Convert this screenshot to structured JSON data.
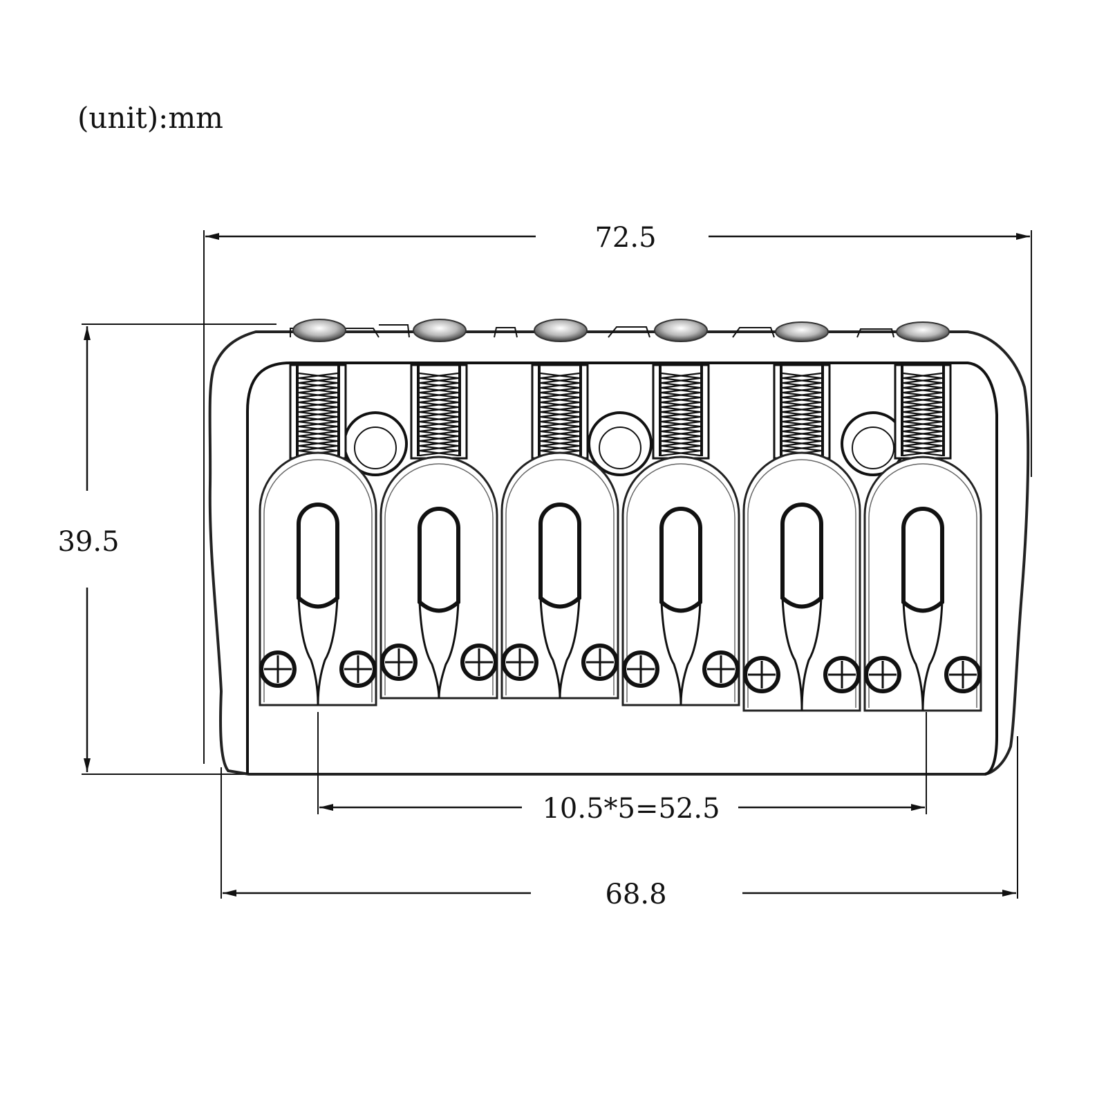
{
  "unit_label": "(unit):mm",
  "dimensions": {
    "overall_width": "72.5",
    "height": "39.5",
    "string_spacing": "10.5*5=52.5",
    "base_width": "68.8"
  },
  "saddle_count": 6
}
